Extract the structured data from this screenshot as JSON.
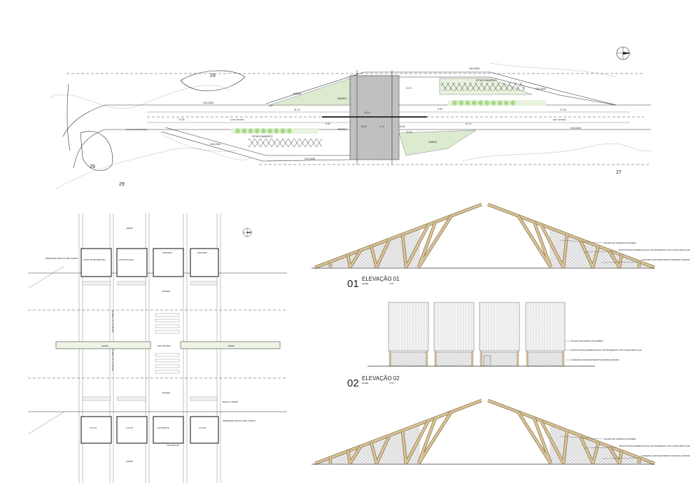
{
  "colors": {
    "garden": "#dcebd0",
    "wood": "#d9c49a",
    "plaza": "#bdbdbd",
    "tree": "#9fd67a"
  },
  "site_plan": {
    "labels": {
      "calcada": "CALÇADA",
      "estacionamento": "ESTACIONAMENTO",
      "passeio": "PASSEIO",
      "jardim": "JARDIM",
      "eixo": "EIXO CENTRAL",
      "placa": "PLACA DE SINALIZAÇÃO"
    },
    "dims": [
      "44.14",
      "41.12",
      "41.12",
      "9.90",
      "9.90",
      "10.74",
      "10.22",
      "15.09",
      "15.09",
      "3.70",
      "27.05",
      "27.05"
    ],
    "levels": [
      "29",
      "29",
      "29",
      "27"
    ]
  },
  "floor_plan": {
    "rooms_top": [
      "POSTO DE INFORMAÇÃO",
      "POSTO POLICIAL",
      "SANITÁRIO",
      "SANITÁRIO"
    ],
    "rooms_bottom": [
      "LOJA 01",
      "LOJA 02",
      "LANCHONETE",
      "LOJA 03"
    ],
    "jardim": "JARDIM",
    "passeio": "PASSEIO",
    "eixo": "EIXO CENTRAL",
    "parede": "PAREDE EM CANGICA (VER CORTES)",
    "banco": "BANCO E JARDIM",
    "caixa": "CAIXA DE GÁS",
    "projecao": "PROJEÇÃO DA COBERTA"
  },
  "elevations": {
    "notes": {
      "roof": "TELHADO EM TAUBILHA DE MADEIRA",
      "structure": "ESTRUTURA EM MADEIRA MACIÇA COM TRAVAMENTO COM CHAPAS METÁLICAS",
      "masonry": "ALVENARIA COM REVESTIMENTO EM PEDRA A DEFINIR"
    },
    "e1": {
      "number": "01",
      "title": "ELEVAÇÃO 01",
      "scale_label": "escala",
      "scale": "1:100"
    },
    "e2": {
      "number": "02",
      "title": "ELEVAÇÃO 02",
      "scale_label": "escala",
      "scale": "1:100"
    }
  }
}
